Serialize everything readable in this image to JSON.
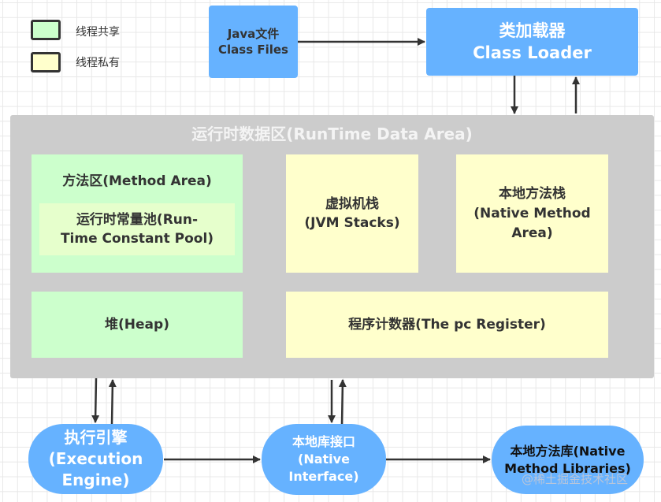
{
  "legend": [
    {
      "label": "线程共享",
      "color": "#ccffcc"
    },
    {
      "label": "线程私有",
      "color": "#ffffcc"
    }
  ],
  "java_files": {
    "line1": "Java文件",
    "line2": "Class Files"
  },
  "class_loader": {
    "line1": "类加载器",
    "line2": "Class Loader"
  },
  "runtime_area": {
    "title": "运行时数据区(RunTime Data Area)",
    "method_area": {
      "title": "方法区(Method Area)",
      "constant_pool_line1": "运行时常量池(Run-",
      "constant_pool_line2": "Time Constant Pool)"
    },
    "jvm_stacks": {
      "line1": "虚拟机栈",
      "line2": "(JVM Stacks)"
    },
    "native_method_stack": {
      "line1": "本地方法栈",
      "line2": "(Native Method",
      "line3": "Area)"
    },
    "heap": {
      "label": "堆(Heap)"
    },
    "pc_register": {
      "label": "程序计数器(The pc Register)"
    }
  },
  "execution_engine": {
    "line1": "执行引擎",
    "line2": "(Execution",
    "line3": "Engine)"
  },
  "native_interface": {
    "line1": "本地库接口",
    "line2": "(Native",
    "line3": "Interface)"
  },
  "native_libraries": {
    "line1": "本地方法库(Native",
    "line2": "Method Libraries)"
  },
  "watermark": "@稀土掘金技术社区",
  "colors": {
    "blue": "#66b2ff",
    "shared": "#ccffcc",
    "private": "#ffffcc",
    "container": "#cccccc",
    "arrow": "#333333"
  }
}
